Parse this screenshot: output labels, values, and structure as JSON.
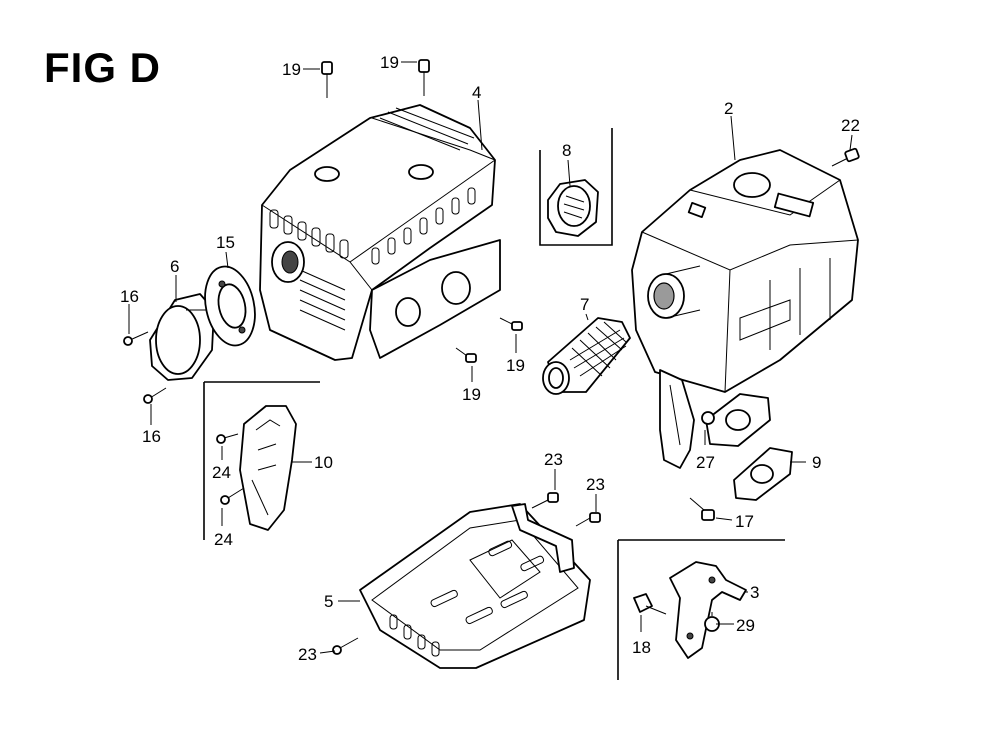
{
  "figure": {
    "title": "FIG D"
  },
  "callouts": [
    {
      "id": "c19a",
      "text": "19"
    },
    {
      "id": "c19b",
      "text": "19"
    },
    {
      "id": "c4",
      "text": "4"
    },
    {
      "id": "c2",
      "text": "2"
    },
    {
      "id": "c22",
      "text": "22"
    },
    {
      "id": "c8",
      "text": "8"
    },
    {
      "id": "c15",
      "text": "15"
    },
    {
      "id": "c6",
      "text": "6"
    },
    {
      "id": "c16a",
      "text": "16"
    },
    {
      "id": "c16b",
      "text": "16"
    },
    {
      "id": "c7",
      "text": "7"
    },
    {
      "id": "c19c",
      "text": "19"
    },
    {
      "id": "c19d",
      "text": "19"
    },
    {
      "id": "c10",
      "text": "10"
    },
    {
      "id": "c24a",
      "text": "24"
    },
    {
      "id": "c24b",
      "text": "24"
    },
    {
      "id": "c27",
      "text": "27"
    },
    {
      "id": "c9",
      "text": "9"
    },
    {
      "id": "c17",
      "text": "17"
    },
    {
      "id": "c23a",
      "text": "23"
    },
    {
      "id": "c23b",
      "text": "23"
    },
    {
      "id": "c5",
      "text": "5"
    },
    {
      "id": "c23c",
      "text": "23"
    },
    {
      "id": "c3",
      "text": "3"
    },
    {
      "id": "c29",
      "text": "29"
    },
    {
      "id": "c18",
      "text": "18"
    }
  ]
}
